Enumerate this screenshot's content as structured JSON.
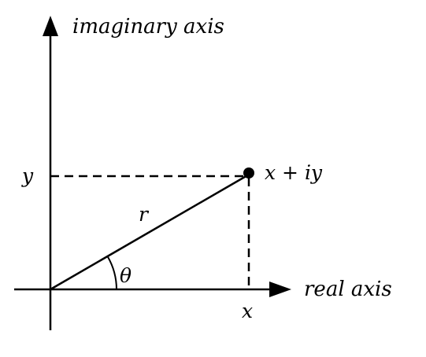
{
  "diagram": {
    "axis_labels": {
      "imaginary": "imaginary axis",
      "real": "real axis"
    },
    "point_label": "x + iy",
    "labels": {
      "y": "y",
      "x": "x",
      "r": "r",
      "theta": "θ"
    },
    "colors": {
      "ink": "#000000",
      "background": "#ffffff"
    }
  }
}
